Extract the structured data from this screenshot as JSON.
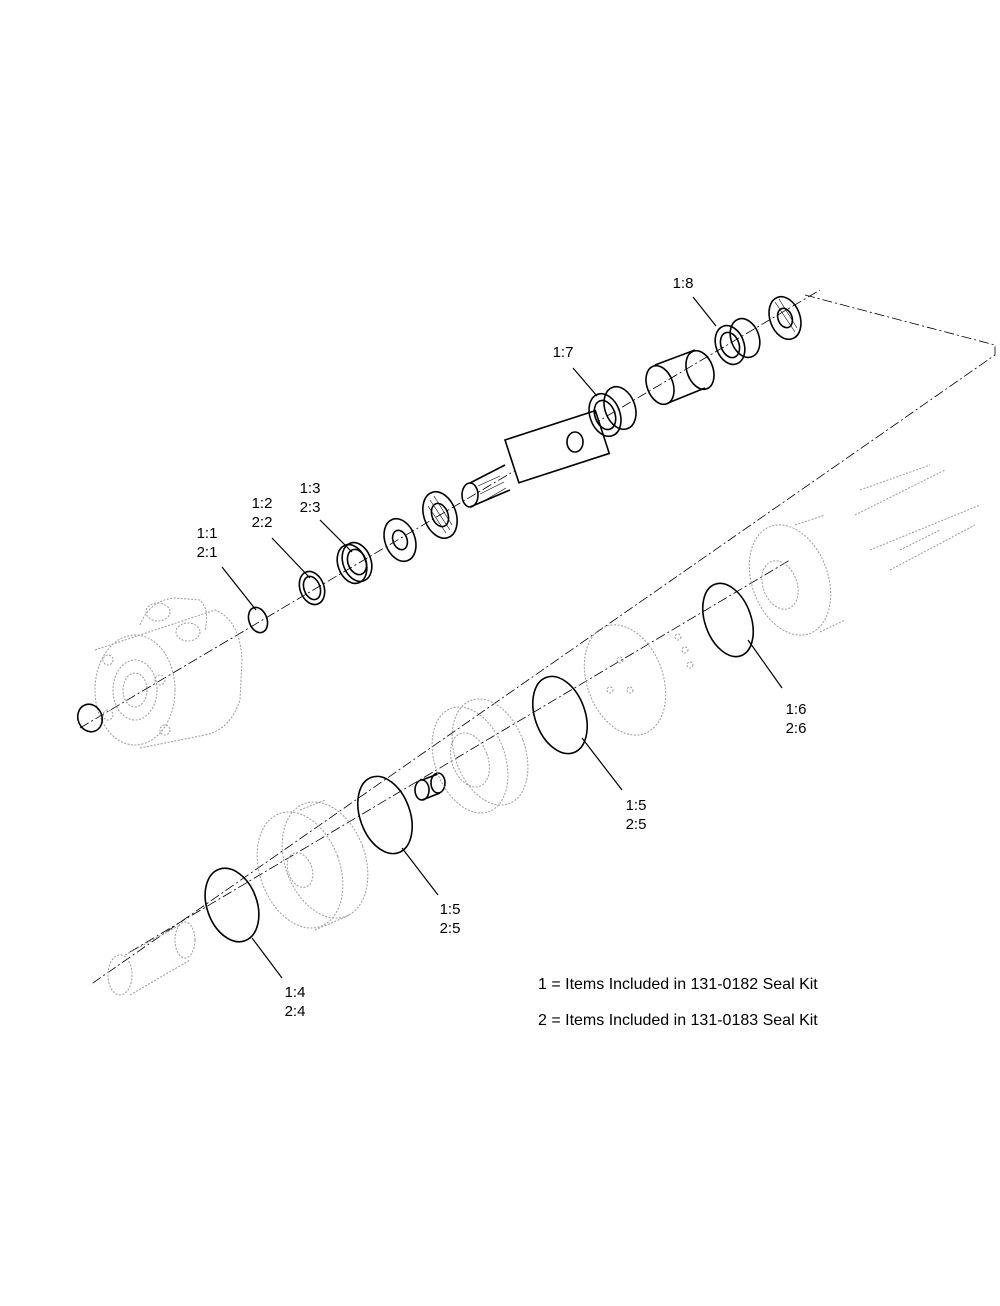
{
  "callouts": [
    {
      "line1": "1:1",
      "line2": "2:1"
    },
    {
      "line1": "1:2",
      "line2": "2:2"
    },
    {
      "line1": "1:3",
      "line2": "2:3"
    },
    {
      "line1": "1:7"
    },
    {
      "line1": "1:8"
    },
    {
      "line1": "1:6",
      "line2": "2:6"
    },
    {
      "line1": "1:5",
      "line2": "2:5"
    },
    {
      "line1": "1:5",
      "line2": "2:5"
    },
    {
      "line1": "1:4",
      "line2": "2:4"
    }
  ],
  "legend": [
    "1 = Items Included in 131-0182 Seal Kit",
    "2 = Items Included in 131-0183 Seal Kit"
  ]
}
